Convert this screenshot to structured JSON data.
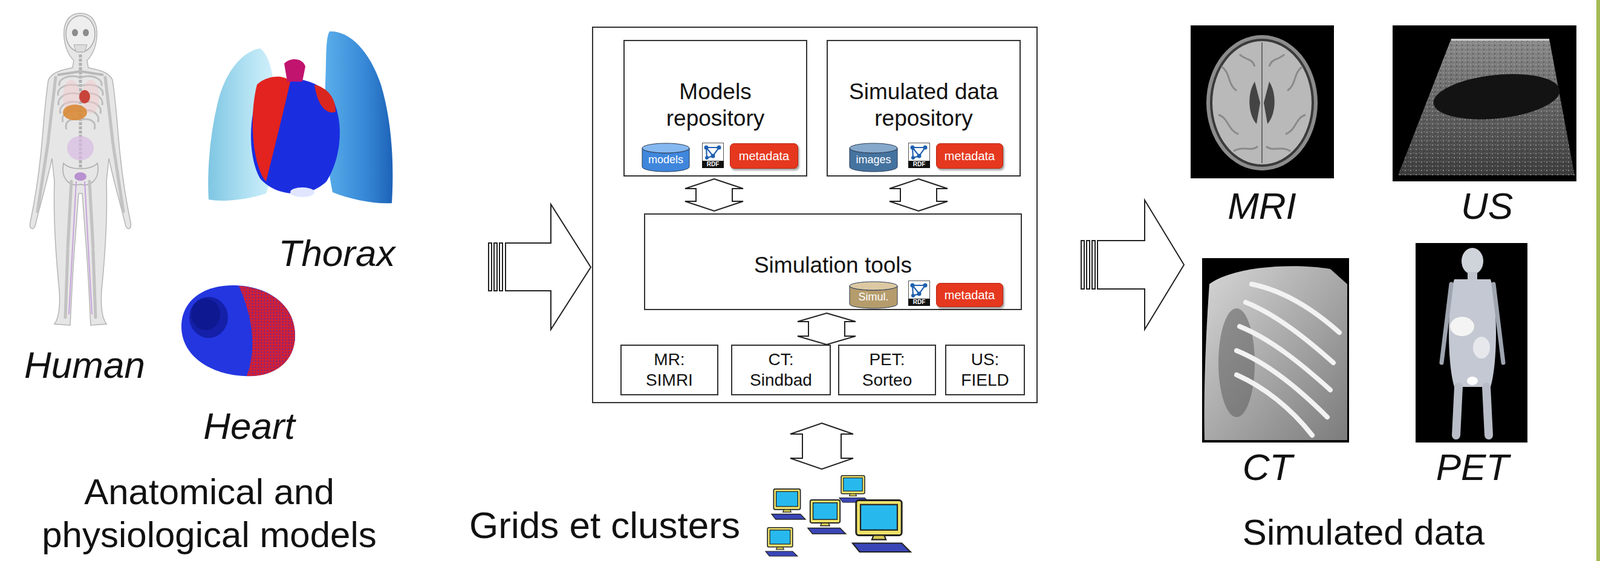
{
  "diagram": {
    "nodes": [
      {
        "text": []
      },
      {
        "text": [
          "Models repository"
        ],
        "in": 0
      },
      {
        "text": [
          "models"
        ],
        "in": 1
      },
      {
        "text": [
          "metadata"
        ],
        "in": 1
      },
      {
        "text": [
          "Simulated data repository"
        ],
        "in": 0
      },
      {
        "text": [
          "images"
        ],
        "in": 4
      },
      {
        "text": [
          "metadata"
        ],
        "in": 4
      },
      {
        "text": [
          "Simulation tools"
        ],
        "in": 0
      },
      {
        "text": [
          "Simul."
        ],
        "in": 7
      },
      {
        "text": [
          "metadata"
        ],
        "in": 7
      },
      {
        "text": [
          "MR: SIMRI"
        ],
        "in": 0
      },
      {
        "text": [
          "CT: Sindbad"
        ],
        "in": 0
      },
      {
        "text": [
          "PET: Sorteo"
        ],
        "in": 0
      },
      {
        "text": [
          "US: FIELD"
        ],
        "in": 0
      }
    ],
    "edges": [
      {
        "from": 1,
        "to": 7,
        "arrow": "both"
      },
      {
        "from": 4,
        "to": 7,
        "arrow": "both"
      }
    ],
    "labels": [
      "Thorax",
      "Human",
      "Heart",
      "Anatomical and physiological models",
      "RDF",
      "RDF",
      "RDF",
      "Grids et clusters",
      "MRI",
      "US",
      "CT",
      "PET",
      "Simulated data"
    ]
  }
}
